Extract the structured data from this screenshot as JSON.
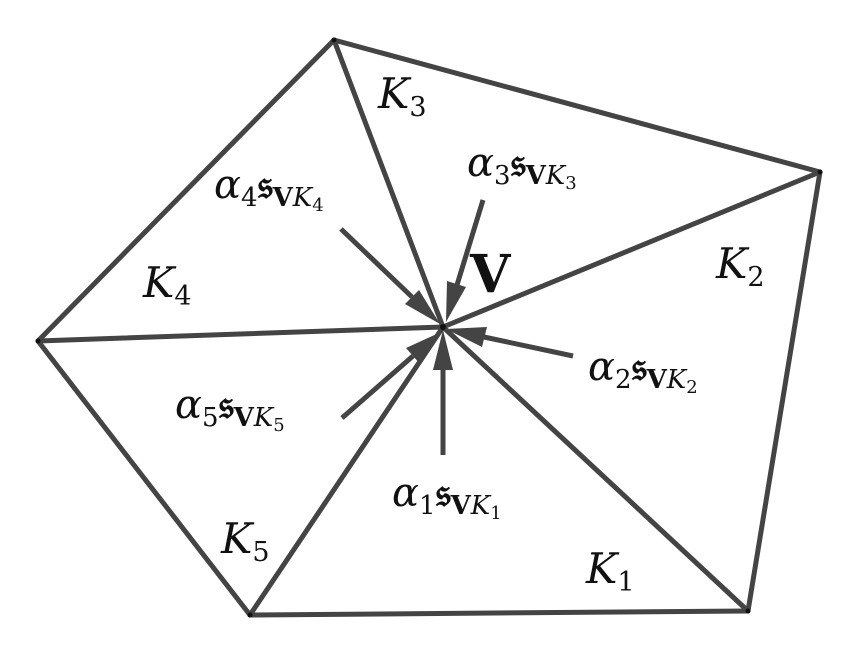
{
  "center_vertex": {
    "label": "V"
  },
  "triangles": [
    {
      "id": "K1",
      "letter": "K",
      "index": "1"
    },
    {
      "id": "K2",
      "letter": "K",
      "index": "2"
    },
    {
      "id": "K3",
      "letter": "K",
      "index": "3"
    },
    {
      "id": "K4",
      "letter": "K",
      "index": "4"
    },
    {
      "id": "K5",
      "letter": "K",
      "index": "5"
    }
  ],
  "vectors": [
    {
      "id": "a1",
      "alpha": "α",
      "alpha_index": "1",
      "frak": "𝔰",
      "vertex": "V",
      "tri_letter": "K",
      "tri_index": "1"
    },
    {
      "id": "a2",
      "alpha": "α",
      "alpha_index": "2",
      "frak": "𝔰",
      "vertex": "V",
      "tri_letter": "K",
      "tri_index": "2"
    },
    {
      "id": "a3",
      "alpha": "α",
      "alpha_index": "3",
      "frak": "𝔰",
      "vertex": "V",
      "tri_letter": "K",
      "tri_index": "3"
    },
    {
      "id": "a4",
      "alpha": "α",
      "alpha_index": "4",
      "frak": "𝔰",
      "vertex": "V",
      "tri_letter": "K",
      "tri_index": "4"
    },
    {
      "id": "a5",
      "alpha": "α",
      "alpha_index": "5",
      "frak": "𝔰",
      "vertex": "V",
      "tri_letter": "K",
      "tri_index": "5"
    }
  ],
  "colors": {
    "stroke": "#444444",
    "text": "#111111",
    "background": "#ffffff"
  }
}
